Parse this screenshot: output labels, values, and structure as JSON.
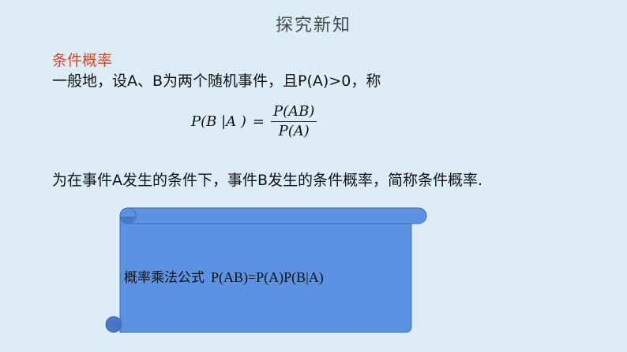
{
  "slide": {
    "title": "探究新知",
    "subheading": "条件概率",
    "intro_line": "一般地，设A、B为两个随机事件，且P(A)>0，称",
    "formula": {
      "lhs": "P(B |A )",
      "equals": "=",
      "numerator": "P(AB)",
      "denominator": "P(A)"
    },
    "definition_line": "为在事件A发生的条件下，事件B发生的条件概率，简称条件概率.",
    "scroll_box": {
      "label": "概率乘法公式",
      "equation": "P(AB)=P(A)P(B|A)"
    }
  },
  "colors": {
    "background": "#dcedf8",
    "subheading": "#d9441f",
    "scroll_fill": "#5b93e2",
    "scroll_shadow": "#4a77c4",
    "scroll_stroke": "#3f6bb5"
  }
}
